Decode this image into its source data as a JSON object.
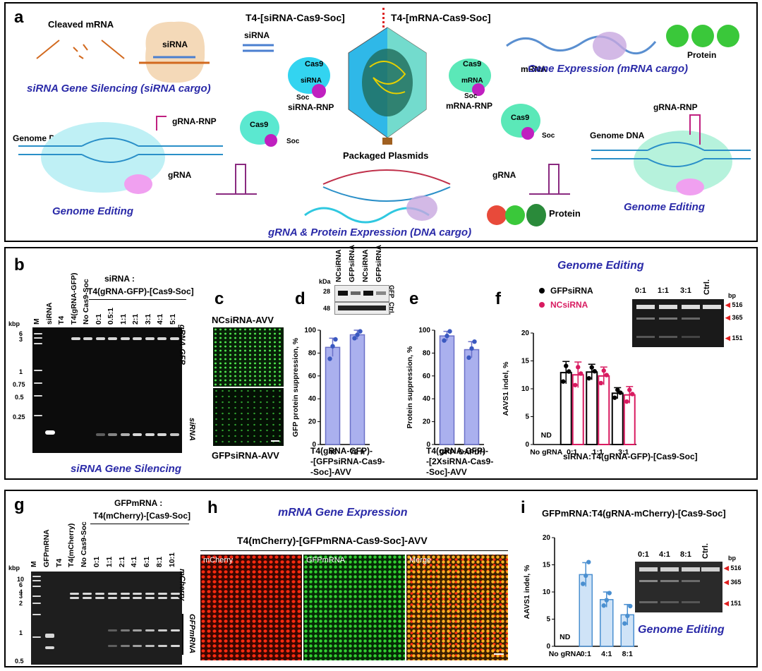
{
  "panel_a": {
    "label": "a",
    "header_left": "T4-[siRNA-Cas9-Soc]",
    "header_right": "T4-[mRNA-Cas9-Soc]",
    "cleaved_mrna": "Cleaved mRNA",
    "sirna": "siRNA",
    "sirna_small": "siRNA",
    "cas9": "Cas9",
    "soc": "Soc",
    "sirna_rnp": "siRNA-RNP",
    "mrna": "mRNA",
    "mrna_rnp": "mRNA-RNP",
    "protein": "Protein",
    "gene_expression": "Gene Expression (mRNA cargo)",
    "sirna_gene_silencing": "siRNA Gene Silencing (siRNA cargo)",
    "genome_dna": "Genome DNA",
    "grna_rnp": "gRNA-RNP",
    "grna": "gRNA",
    "genome_editing": "Genome Editing",
    "packaged_plasmids": "Packaged Plasmids",
    "dna_cargo": "gRNA & Protein Expression (DNA cargo)"
  },
  "panel_b": {
    "label": "b",
    "lane_header_title": "siRNA :",
    "lane_header_sub": "T4(gRNA-GFP)-[Cas9-Soc]",
    "lanes": [
      "M",
      "siRNA",
      "T4",
      "T4(gRNA-GFP)",
      "No Cas9-Soc",
      "0:1",
      "0.5:1",
      "1:1",
      "2:1",
      "3:1",
      "4:1",
      "5:1"
    ],
    "kbp_label": "kbp",
    "kbp_ticks": [
      "6",
      "3",
      "1",
      "0.75",
      "0.5",
      "0.25"
    ],
    "right_label_top": "gRNA-GFP",
    "right_label_bottom": "siRNA",
    "caption": "siRNA Gene Silencing"
  },
  "panel_c": {
    "label": "c",
    "top_title": "NCsiRNA-AVV",
    "bottom_title": "GFPsiRNA-AVV"
  },
  "panel_d": {
    "label": "d",
    "kda_label": "kDa",
    "kda_ticks": [
      "28",
      "48"
    ],
    "blot_lanes": [
      "NCsiRNA",
      "GFPsiRNA",
      "NCsiRNA",
      "GFPsiRNA"
    ],
    "blot_right": [
      "GFP",
      "Ctrl."
    ],
    "caption_lines": [
      "T4(gRNA-GFP)-",
      "-[GFPsiRNA-Cas9-",
      "-Soc]-AVV"
    ]
  },
  "panel_e": {
    "label": "e",
    "caption_lines": [
      "T4(gRNA-GFP)-",
      "-[2XsiRNA-Cas9-",
      "-Soc]-AVV"
    ]
  },
  "panel_f": {
    "label": "f",
    "title": "Genome Editing",
    "legend": [
      "GFPsiRNA",
      "NCsiRNA"
    ],
    "nd": "ND",
    "xlabel": "siRNA:T4(gRNA-GFP)-[Cas9-Soc]",
    "gel_lanes": [
      "0:1",
      "1:1",
      "3:1",
      "Ctrl."
    ],
    "bp_label": "bp",
    "bp_ticks": [
      "516",
      "365",
      "151"
    ]
  },
  "panel_g": {
    "label": "g",
    "lane_header_title": "GFPmRNA :",
    "lane_header_sub": "T4(mCherry)-[Cas9-Soc]",
    "lanes": [
      "M",
      "GFPmRNA",
      "T4",
      "T4(mCherry)",
      "No Cas9-Soc",
      "0:1",
      "1:1",
      "2:1",
      "4:1",
      "6:1",
      "8:1",
      "10:1"
    ],
    "kbp_label": "kbp",
    "kbp_ticks": [
      "10",
      "6",
      "4",
      "3",
      "2",
      "1",
      "0.5"
    ],
    "right_label_top": "mCherry",
    "right_label_bottom": "GFPmRNA"
  },
  "panel_h": {
    "label": "h",
    "title": "mRNA Gene Expression",
    "subtitle": "T4(mCherry)-[GFPmRNA-Cas9-Soc]-AVV",
    "panels": [
      "mCherry",
      "GFPmRNA",
      "Merge"
    ]
  },
  "panel_i": {
    "label": "i",
    "title": "GFPmRNA:T4(gRNA-mCherry)-[Cas9-Soc]",
    "nd": "ND",
    "gel_lanes": [
      "0:1",
      "4:1",
      "8:1",
      "Ctrl."
    ],
    "bp_label": "bp",
    "bp_ticks": [
      "516",
      "365",
      "151"
    ],
    "caption": "Genome Editing"
  },
  "chart_data": [
    {
      "id": "panel-d",
      "type": "bar",
      "categories": [
        "48",
        "72 h"
      ],
      "values": [
        85,
        96
      ],
      "errors": [
        8,
        4
      ],
      "points": [
        [
          75,
          86,
          92
        ],
        [
          93,
          96,
          99
        ]
      ],
      "ylabel": "GFP protein suppression, %",
      "ylim": [
        0,
        100
      ],
      "yticks": [
        0,
        20,
        40,
        60,
        80,
        100
      ],
      "color": "#aab0ee"
    },
    {
      "id": "panel-e",
      "type": "bar",
      "categories": [
        "GFP",
        "GAPDH"
      ],
      "values": [
        95,
        83
      ],
      "errors": [
        4,
        7
      ],
      "points": [
        [
          91,
          95,
          99
        ],
        [
          76,
          84,
          90
        ]
      ],
      "ylabel": "Protein suppression, %",
      "ylim": [
        0,
        100
      ],
      "yticks": [
        0,
        20,
        40,
        60,
        80,
        100
      ],
      "color": "#aab0ee"
    },
    {
      "id": "panel-f",
      "type": "bar",
      "categories": [
        "No gRNA",
        "0:1",
        "1:1",
        "3:1"
      ],
      "series": [
        {
          "name": "GFPsiRNA",
          "values": [
            0,
            12.9,
            13.0,
            9.2
          ],
          "errors": [
            0,
            2.0,
            1.4,
            1.0
          ],
          "color": "#000000"
        },
        {
          "name": "NCsiRNA",
          "values": [
            0,
            12.5,
            12.3,
            8.9
          ],
          "errors": [
            0,
            2.3,
            1.6,
            1.5
          ],
          "color": "#d81b60"
        }
      ],
      "ylabel": "AAVS1 indel, %",
      "ylim": [
        0,
        20
      ],
      "yticks": [
        0,
        5,
        10,
        15,
        20
      ]
    },
    {
      "id": "panel-i",
      "type": "bar",
      "categories": [
        "No gRNA",
        "0:1",
        "4:1",
        "8:1"
      ],
      "values": [
        0,
        13.2,
        8.6,
        5.8
      ],
      "errors": [
        0,
        2.2,
        1.4,
        1.9
      ],
      "points": [
        [],
        [
          11.5,
          13,
          15.5
        ],
        [
          7.5,
          8.5,
          9.8
        ],
        [
          4.2,
          5.6,
          7.4
        ]
      ],
      "ylabel": "AAVS1 indel, %",
      "ylim": [
        0,
        20
      ],
      "yticks": [
        0,
        5,
        10,
        15,
        20
      ],
      "color": "#cfe3f7",
      "edge": "#4a8fd0"
    }
  ]
}
